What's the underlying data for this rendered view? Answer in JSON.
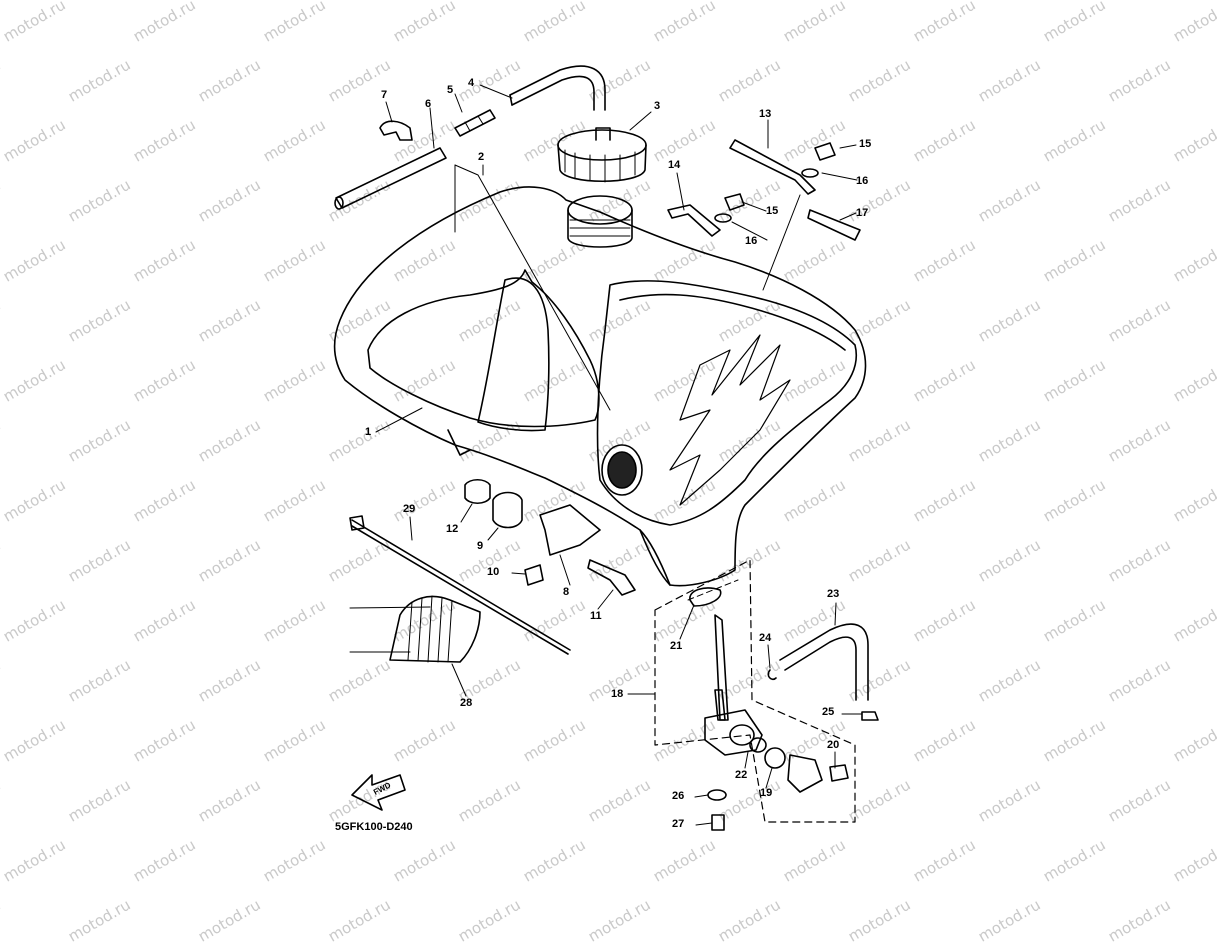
{
  "watermark": "motod.ru",
  "diagram_code": "5GFK100-D240",
  "fwd_label": "FWD",
  "callouts": [
    "1",
    "2",
    "3",
    "4",
    "5",
    "6",
    "7",
    "8",
    "9",
    "10",
    "11",
    "12",
    "13",
    "14",
    "15",
    "15",
    "16",
    "16",
    "17",
    "18",
    "19",
    "20",
    "21",
    "22",
    "23",
    "24",
    "25",
    "26",
    "27",
    "28",
    "29"
  ]
}
